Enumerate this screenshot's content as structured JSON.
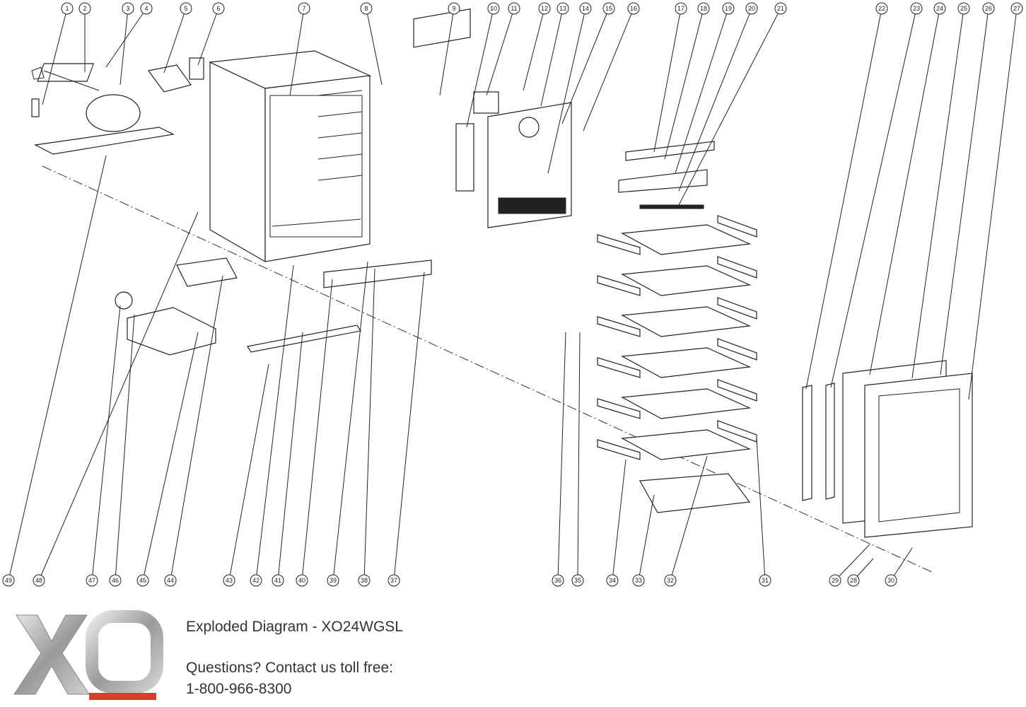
{
  "callouts": {
    "top": [
      "1",
      "2",
      "3",
      "4",
      "5",
      "6",
      "7",
      "8",
      "9",
      "10",
      "11",
      "12",
      "13",
      "14",
      "15",
      "16",
      "17",
      "18",
      "19",
      "20",
      "21",
      "22",
      "23",
      "24",
      "25",
      "26",
      "27"
    ],
    "bottom": [
      "49",
      "48",
      "47",
      "46",
      "45",
      "44",
      "43",
      "42",
      "41",
      "40",
      "39",
      "38",
      "37",
      "36",
      "35",
      "34",
      "33",
      "32",
      "31",
      "29",
      "28",
      "30"
    ]
  },
  "footer": {
    "logo_text": "XO",
    "title": "Exploded Diagram - XO24WGSL",
    "question": "Questions? Contact us toll free:",
    "phone": "1-800-966-8300"
  },
  "colors": {
    "line": "#222222",
    "logo_silver": "#b8b8b8",
    "logo_red": "#e03a2a",
    "text": "#333333"
  }
}
